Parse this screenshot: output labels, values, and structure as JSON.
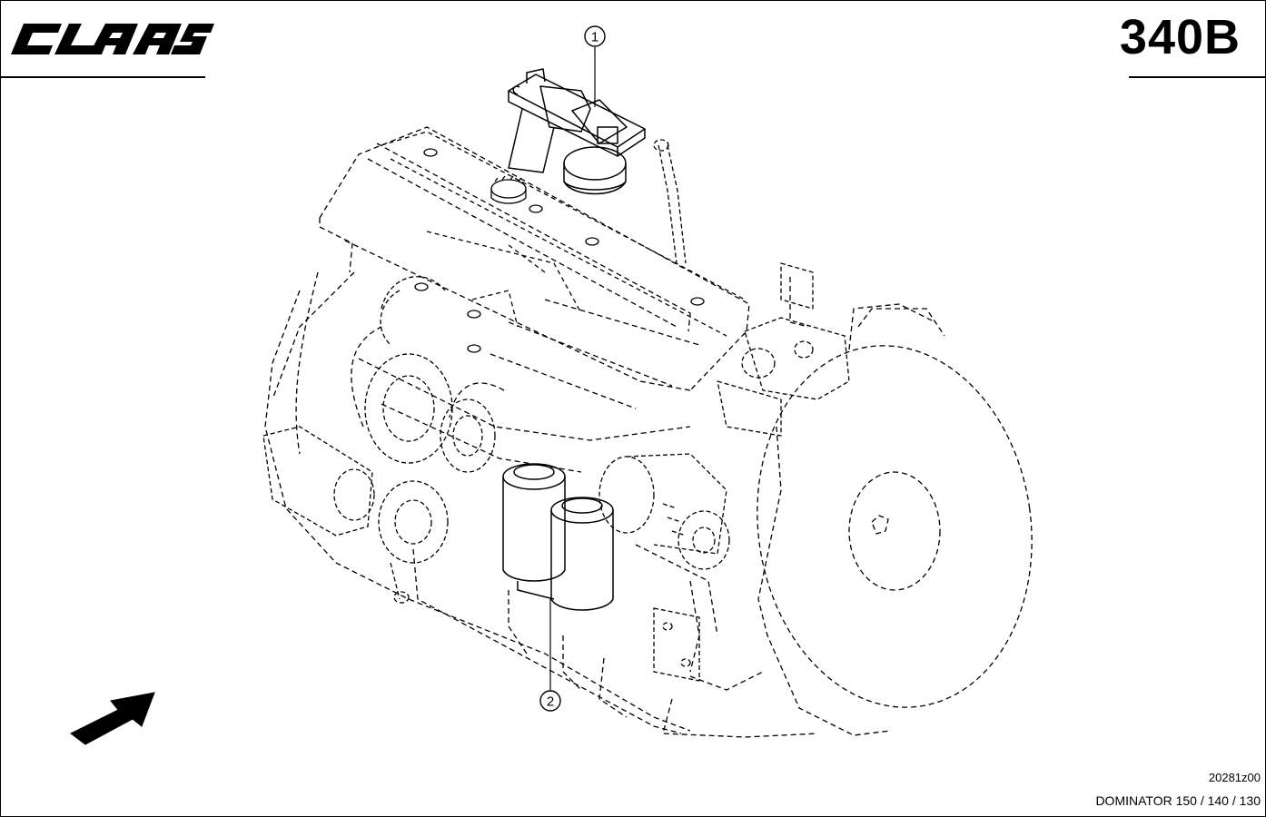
{
  "header": {
    "brand": "CLAAS",
    "page_code": "340B"
  },
  "callouts": [
    {
      "label": "1"
    },
    {
      "label": "2"
    }
  ],
  "footer": {
    "drawing_number": "20281z00",
    "model": "DOMINATOR 150 / 140 / 130"
  }
}
